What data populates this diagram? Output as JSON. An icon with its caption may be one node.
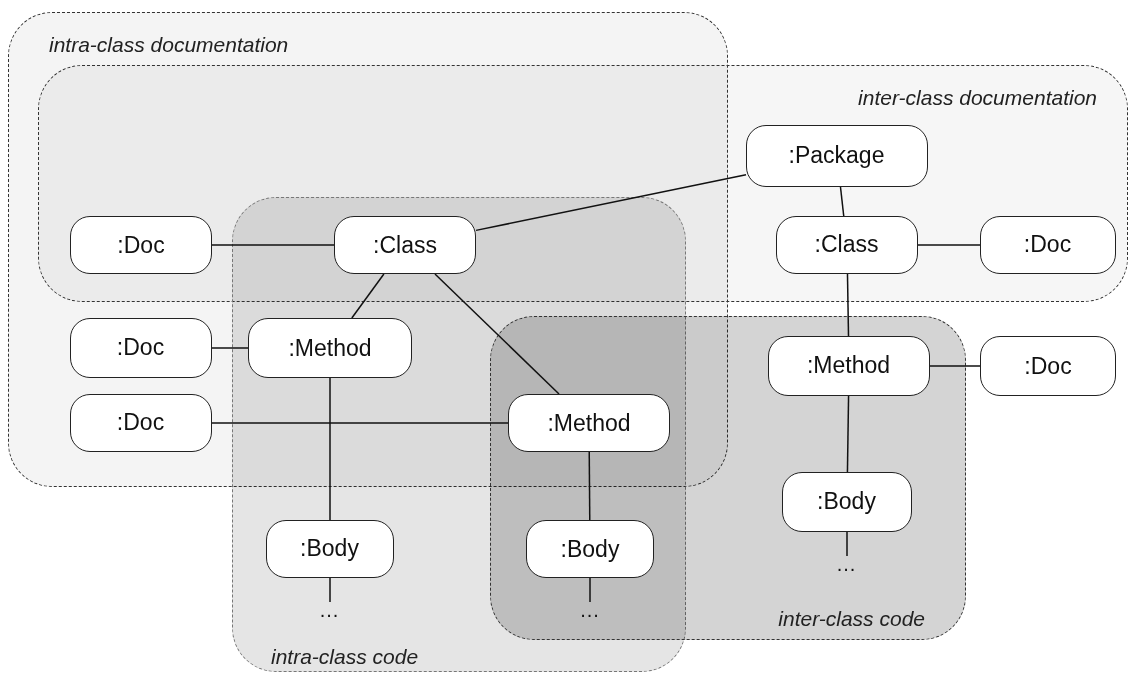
{
  "diagram": {
    "nodes": [
      {
        "text": [
          "intra-class documentation"
        ]
      },
      {
        "text": [
          "inter-class documentation"
        ]
      },
      {
        "text": [
          "intra-class code"
        ]
      },
      {
        "text": [
          "inter-class code"
        ]
      },
      {
        "text": [
          ":Package"
        ],
        "in": 1
      },
      {
        "text": [
          ":Doc"
        ]
      },
      {
        "text": [
          ":Class"
        ]
      },
      {
        "text": [
          ":Class"
        ],
        "in": 1
      },
      {
        "text": [
          ":Doc"
        ],
        "in": 1
      },
      {
        "text": [
          ":Doc"
        ],
        "in": 0
      },
      {
        "text": [
          ":Method"
        ]
      },
      {
        "text": [
          ":Method"
        ],
        "in": 3
      },
      {
        "text": [
          ":Doc"
        ]
      },
      {
        "text": [
          ":Doc"
        ],
        "in": 0
      },
      {
        "text": [
          ":Method"
        ]
      },
      {
        "text": [
          ":Body"
        ],
        "in": 3
      },
      {
        "text": [
          "..."
        ],
        "in": 3
      },
      {
        "text": [
          ":Body"
        ],
        "in": 2
      },
      {
        "text": [
          ":Body"
        ]
      },
      {
        "text": [
          "..."
        ],
        "in": 2
      },
      {
        "text": [
          "..."
        ]
      }
    ],
    "edges": [
      {
        "from": 4,
        "to": 6,
        "arrow": "none"
      },
      {
        "from": 4,
        "to": 7,
        "arrow": "none"
      },
      {
        "from": 5,
        "to": 6,
        "arrow": "none"
      },
      {
        "from": 7,
        "to": 8,
        "arrow": "none"
      },
      {
        "from": 6,
        "to": 10,
        "arrow": "none"
      },
      {
        "from": 6,
        "to": 14,
        "arrow": "none"
      },
      {
        "from": 9,
        "to": 10,
        "arrow": "none"
      },
      {
        "from": 13,
        "to": 14,
        "arrow": "none"
      },
      {
        "from": 7,
        "to": 11,
        "arrow": "none"
      },
      {
        "from": 11,
        "to": 12,
        "arrow": "none"
      },
      {
        "from": 10,
        "to": 17,
        "arrow": "none"
      },
      {
        "from": 14,
        "to": 18,
        "arrow": "none"
      },
      {
        "from": 11,
        "to": 15,
        "arrow": "none"
      },
      {
        "from": 15,
        "to": 16,
        "arrow": "none"
      },
      {
        "from": 17,
        "to": 19,
        "arrow": "none"
      },
      {
        "from": 18,
        "to": 20,
        "arrow": "none"
      }
    ]
  }
}
